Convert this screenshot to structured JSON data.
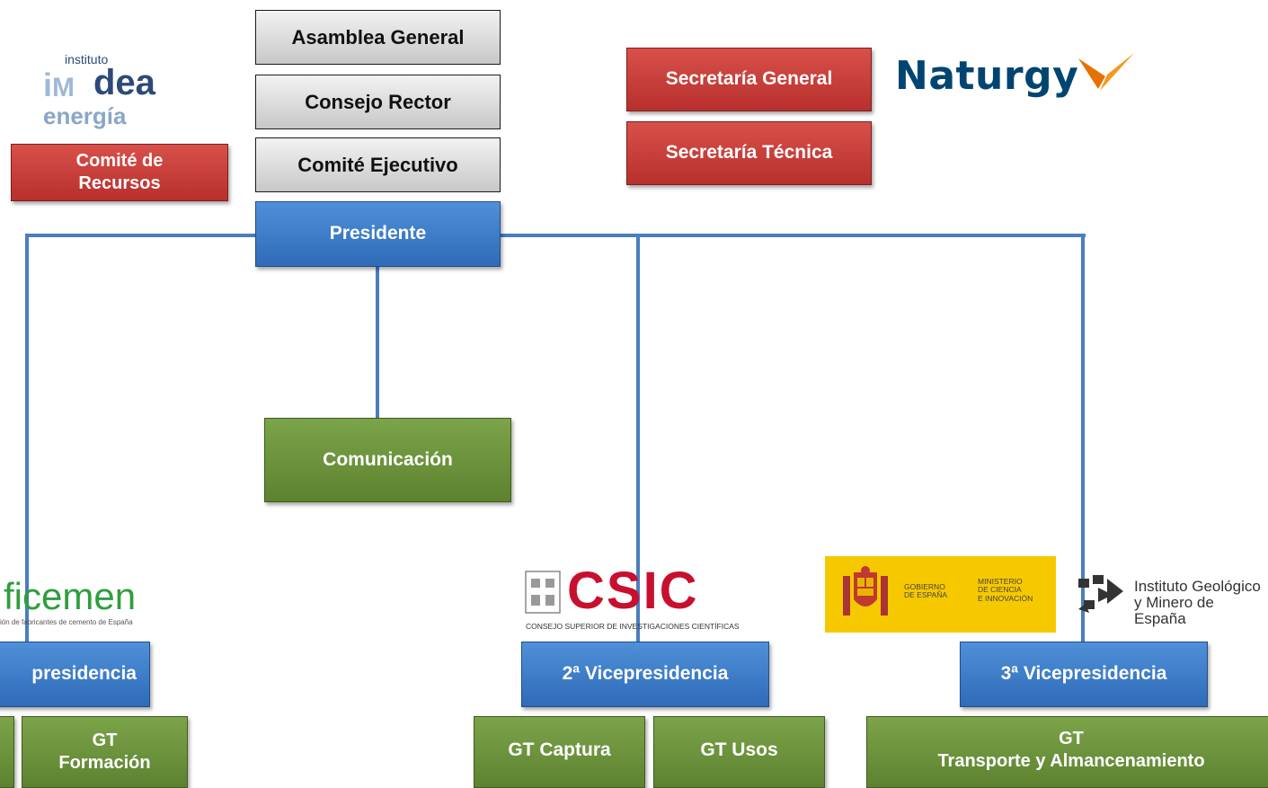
{
  "governance": {
    "asamblea": "Asamblea General",
    "consejo": "Consejo Rector",
    "ejecutivo": "Comité Ejecutivo"
  },
  "secretariats": {
    "general": "Secretaría General",
    "tecnica": "Secretaría Técnica"
  },
  "comite_recursos": "Comité de\nRecursos",
  "presidente": "Presidente",
  "comunicacion": "Comunicación",
  "vicepresidencias": {
    "first": "presidencia",
    "second": "2ª Vicepresidencia",
    "third": "3ª Vicepresidencia"
  },
  "working_groups": {
    "formacion": "GT\nFormación",
    "captura": "GT Captura",
    "usos": "GT Usos",
    "transporte": "GT\nTransporte y Almancenamiento"
  },
  "logos": {
    "imdea_small": "instituto",
    "imdea_main": "dea",
    "imdea_sub": "energía",
    "naturgy": "Naturgy",
    "oficemen": "ficemen",
    "oficemen_sub": "ión de fabricantes de cemento de España",
    "csic": "CSIC",
    "csic_sub": "CONSEJO SUPERIOR DE INVESTIGACIONES CIENTÍFICAS",
    "gobierno": "GOBIERNO\nDE ESPAÑA",
    "ministerio": "MINISTERIO\nDE CIENCIA\nE INNOVACIÓN",
    "igme": "Instituto Geológico\ny Minero de España"
  },
  "colors": {
    "connector": "#4a7ebf",
    "red": "#c0392f",
    "blue": "#3a7bc8",
    "green": "#6b9139",
    "naturgy_blue": "#004571",
    "naturgy_orange": "#e57200",
    "csic_red": "#c8102e",
    "oficemen_green": "#2e9e3e",
    "gob_yellow": "#f6c800"
  }
}
